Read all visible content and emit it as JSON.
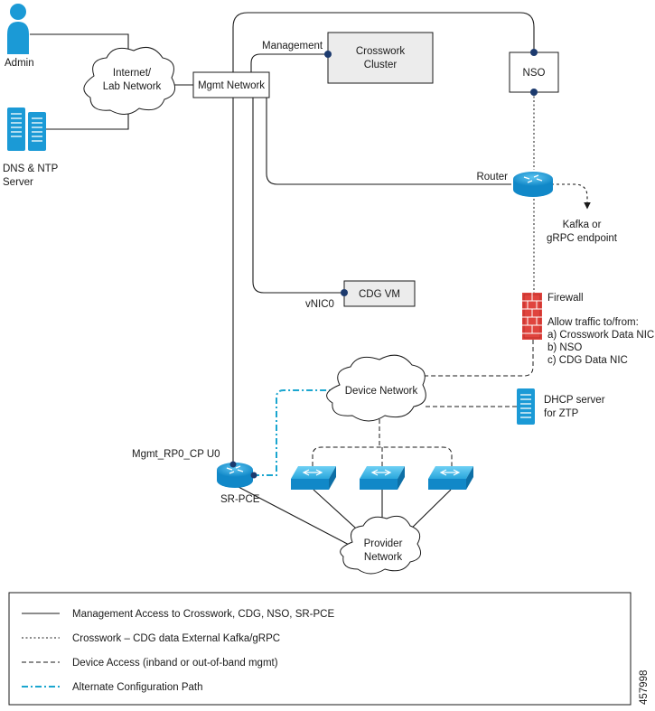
{
  "nodes": {
    "admin": "Admin",
    "dns_ntp": [
      "DNS & NTP",
      "Server"
    ],
    "internet": [
      "Internet/",
      "Lab Network"
    ],
    "mgmt_network": "Mgmt Network",
    "management": "Management",
    "crosswork_cluster": [
      "Crosswork",
      "Cluster"
    ],
    "nso": "NSO",
    "router": "Router",
    "kafka": [
      "Kafka or",
      "gRPC endpoint"
    ],
    "cdg_vm": "CDG VM",
    "vnic0": "vNIC0",
    "firewall": "Firewall",
    "firewall_rules": [
      "Allow traffic to/from:",
      "a) Crosswork Data NIC",
      "b) NSO",
      "c) CDG Data NIC"
    ],
    "device_network": "Device Network",
    "dhcp": [
      "DHCP server",
      "for ZTP"
    ],
    "mgmt_port": "Mgmt_RP0_CP U0",
    "sr_pce": "SR-PCE",
    "provider_network": [
      "Provider",
      "Network"
    ]
  },
  "legend": {
    "items": [
      "Management Access to Crosswork, CDG, NSO, SR-PCE",
      "Crosswork – CDG data External Kafka/gRPC",
      "Device Access (inband or out-of-band mgmt)",
      "Alternate Configuration Path"
    ]
  },
  "figure_number": "457998",
  "colors": {
    "device_blue": "#1b9ad6",
    "dot_navy": "#1c3a6e",
    "cluster_fill": "#ececec",
    "firewall_red": "#e0443e",
    "alt_path_cyan": "#1ba6cf"
  },
  "icons": {
    "admin": "person-icon",
    "dns_ntp": "server-icon",
    "router": "router-icon",
    "sr_pce": "router-icon",
    "switch": "switch-icon",
    "firewall": "firewall-icon",
    "dhcp": "server-icon",
    "cloud": "cloud-icon"
  }
}
